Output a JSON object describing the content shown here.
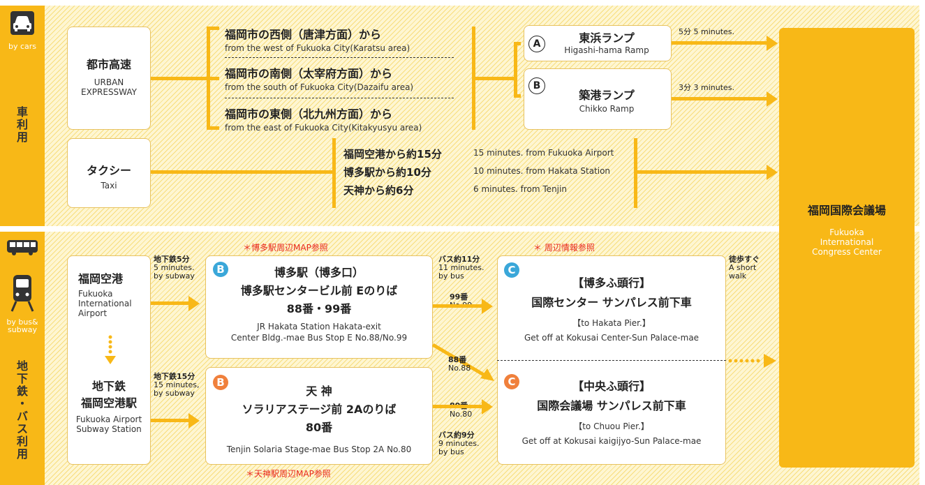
{
  "colors": {
    "accent": "#f8b817",
    "badge_blue": "#3aa7d9",
    "badge_orange": "#f0803c",
    "note_red": "#e8281e"
  },
  "icons": {
    "car": "car-icon",
    "bus": "bus-icon",
    "train": "train-icon"
  },
  "car_section": {
    "en_label": "by cars",
    "jp_label": [
      "車",
      "利",
      "用"
    ],
    "expressway": {
      "jp": "都市高速",
      "en1": "URBAN",
      "en2": "EXPRESSWAY"
    },
    "routes": [
      {
        "jp": "福岡市の西側（唐津方面）から",
        "en": "from the west of Fukuoka City(Karatsu area)"
      },
      {
        "jp": "福岡市の南側（太宰府方面）から",
        "en": "from the south of Fukuoka City(Dazaifu area)"
      },
      {
        "jp": "福岡市の東側（北九州方面）から",
        "en": "from the east of Fukuoka City(Kitakyusyu area)"
      }
    ],
    "ramps": [
      {
        "letter": "A",
        "jp": "東浜ランプ",
        "en": "Higashi-hama Ramp",
        "time": "5分  5 minutes."
      },
      {
        "letter": "B",
        "jp": "築港ランプ",
        "en": "Chikko Ramp",
        "time": "3分  3 minutes."
      }
    ],
    "taxi": {
      "jp": "タクシー",
      "en": "Taxi"
    },
    "taxi_times": [
      {
        "jp": "福岡空港から約15分",
        "en": "15 minutes. from Fukuoka Airport"
      },
      {
        "jp": "博多駅から約10分",
        "en": "10 minutes. from Hakata Station"
      },
      {
        "jp": "天神から約6分",
        "en": "6 minutes. from Tenjin"
      }
    ]
  },
  "destination": {
    "jp": "福岡国際会議場",
    "en1": "Fukuoka",
    "en2": "International",
    "en3": "Congress Center"
  },
  "transit_section": {
    "en_label1": "by bus&",
    "en_label2": "subway",
    "jp_label": [
      "地",
      "下",
      "鉄",
      "・",
      "バ",
      "ス",
      "利",
      "用"
    ],
    "airport": {
      "jp": "福岡空港",
      "en1": "Fukuoka",
      "en2": "International",
      "en3": "Airport"
    },
    "subway_station": {
      "jp1": "地下鉄",
      "jp2": "福岡空港駅",
      "en1": "Fukuoka Airport",
      "en2": "Subway Station"
    },
    "subway1": {
      "jp": "地下鉄5分",
      "en1": "5 minutes.",
      "en2": "by subway"
    },
    "subway2": {
      "jp": "地下鉄15分",
      "en1": "15 minutes,",
      "en2": "by subway"
    },
    "note_hakata": "＊博多駅周辺MAP参照",
    "note_tenjin": "＊天神駅周辺MAP参照",
    "note_area": "＊ 周辺情報参照",
    "stop_hakata": {
      "badge": "B",
      "jp1": "博多駅（博多口）",
      "jp2": "博多駅センタービル前 Eのりば",
      "jp3": "88番・99番",
      "en1": "JR Hakata Station Hakata-exit",
      "en2": "Center Bldg.-mae  Bus Stop E  No.88/No.99"
    },
    "stop_tenjin": {
      "badge": "B",
      "jp1": "天 神",
      "jp2": "ソラリアステージ前 2Aのりば",
      "jp3": "80番",
      "en1": "Tenjin  Solaria Stage-mae Bus Stop 2A  No.80"
    },
    "bus_time1": {
      "jp": "バス約11分",
      "en1": "11 minutes.",
      "en2": "by bus"
    },
    "bus_time2": {
      "jp": "バス約9分",
      "en1": "9 minutes.",
      "en2": "by bus"
    },
    "bus_nums": [
      {
        "jp": "99番",
        "en": "No.99"
      },
      {
        "jp": "88番",
        "en": "No.88"
      },
      {
        "jp": "80番",
        "en": "No.80"
      }
    ],
    "dest_hakata": {
      "badge": "C",
      "jp1": "【博多ふ頭行】",
      "jp2": "国際センター サンパレス前下車",
      "en1": "【to Hakata Pier.】",
      "en2": "Get off at Kokusai Center-Sun Palace-mae"
    },
    "dest_chuou": {
      "badge": "C",
      "jp1": "【中央ふ頭行】",
      "jp2": "国際会議場 サンパレス前下車",
      "en1": "【to Chuou Pier.】",
      "en2": "Get off at Kokusai kaigijyo-Sun Palace-mae"
    },
    "walk": {
      "jp": "徒歩すぐ",
      "en1": "A short",
      "en2": "walk"
    }
  }
}
